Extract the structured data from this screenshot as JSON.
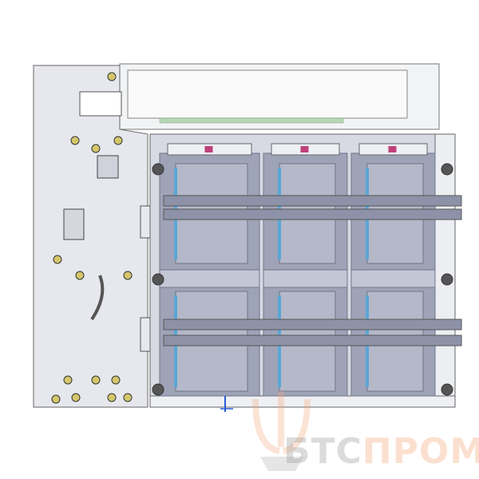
{
  "image": {
    "subject": "circuit-breaker-cad-render",
    "poles": 3,
    "colors": {
      "frame": "#c9ccd8",
      "pole": "#9ea3b8",
      "pole_dark": "#6f7489",
      "plate": "#e6e8ee",
      "busbar": "#8d92a8",
      "accent_blue": "#5aa6d6",
      "accent_pink": "#c0407a",
      "screw": "#d4c76a"
    }
  },
  "watermark": {
    "part1": "БТС",
    "part2": "ПРОМ"
  }
}
